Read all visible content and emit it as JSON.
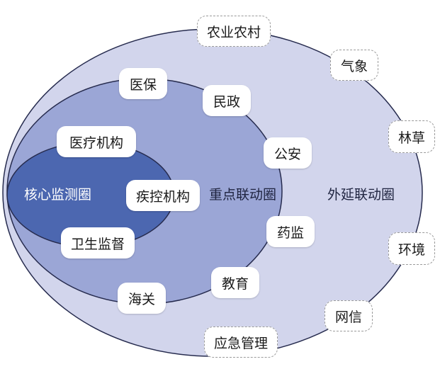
{
  "colors": {
    "outer_ring": "#d2d5ec",
    "middle_ring": "#9ba6d6",
    "core_ring": "#4c67b0",
    "ring_stroke": "#262b4e",
    "core_label": "#ffffff",
    "node_bg": "#ffffff"
  },
  "rings": {
    "core": "核心监测圈",
    "middle": "重点联动圈",
    "outer": "外延联动圈"
  },
  "nodes": {
    "yibao": "医保",
    "minzheng": "民政",
    "yiliao": "医疗机构",
    "gongan": "公安",
    "jikong": "疾控机构",
    "yaojian": "药监",
    "weisheng": "卫生监督",
    "jiaoyu": "教育",
    "haiguan": "海关",
    "nongye": "农业农村",
    "qixiang": "气象",
    "linchao": "林草",
    "huanjing": "环境",
    "wangxin": "网信",
    "yingji": "应急管理"
  }
}
